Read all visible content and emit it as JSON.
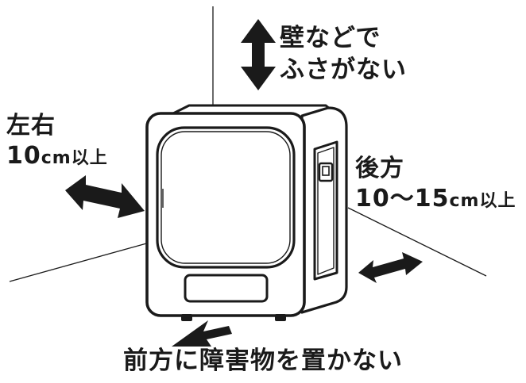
{
  "top_label": {
    "line1": "壁などで",
    "line2": "ふさがない"
  },
  "left_label": {
    "line1": "左右",
    "value": "10",
    "unit": "cm",
    "suffix": "以上"
  },
  "right_label": {
    "line1": "後方",
    "value": "10～15",
    "unit": "cm",
    "suffix": "以上"
  },
  "bottom_label": {
    "text": "前方に障害物を置かない"
  },
  "colors": {
    "ink": "#1a1a1a",
    "background": "#ffffff"
  }
}
